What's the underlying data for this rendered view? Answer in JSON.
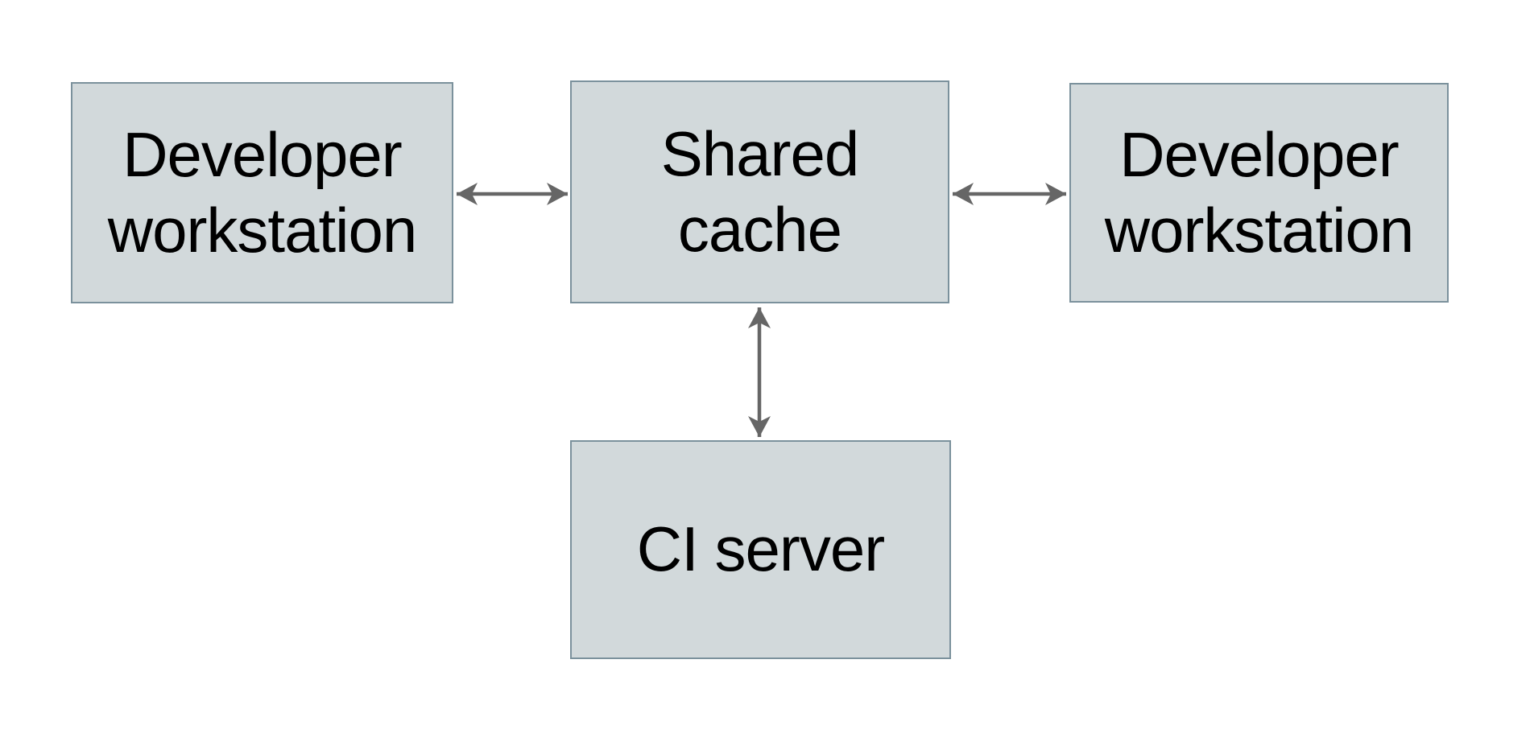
{
  "diagram": {
    "colors": {
      "canvas_bg": "#ffffff",
      "node_fill": "#d2d9db",
      "node_border": "#7b919c",
      "arrow_color": "#666666",
      "text_color": "#000000"
    },
    "nodes": [
      {
        "id": "developer-workstation-left",
        "label": "Developer workstation"
      },
      {
        "id": "shared-cache",
        "label": "Shared cache"
      },
      {
        "id": "developer-workstation-right",
        "label": "Developer workstation"
      },
      {
        "id": "ci-server",
        "label": "CI server"
      }
    ],
    "edges": [
      {
        "from": "developer-workstation-left",
        "to": "shared-cache",
        "direction": "bidirectional"
      },
      {
        "from": "shared-cache",
        "to": "developer-workstation-right",
        "direction": "bidirectional"
      },
      {
        "from": "shared-cache",
        "to": "ci-server",
        "direction": "bidirectional"
      }
    ]
  }
}
